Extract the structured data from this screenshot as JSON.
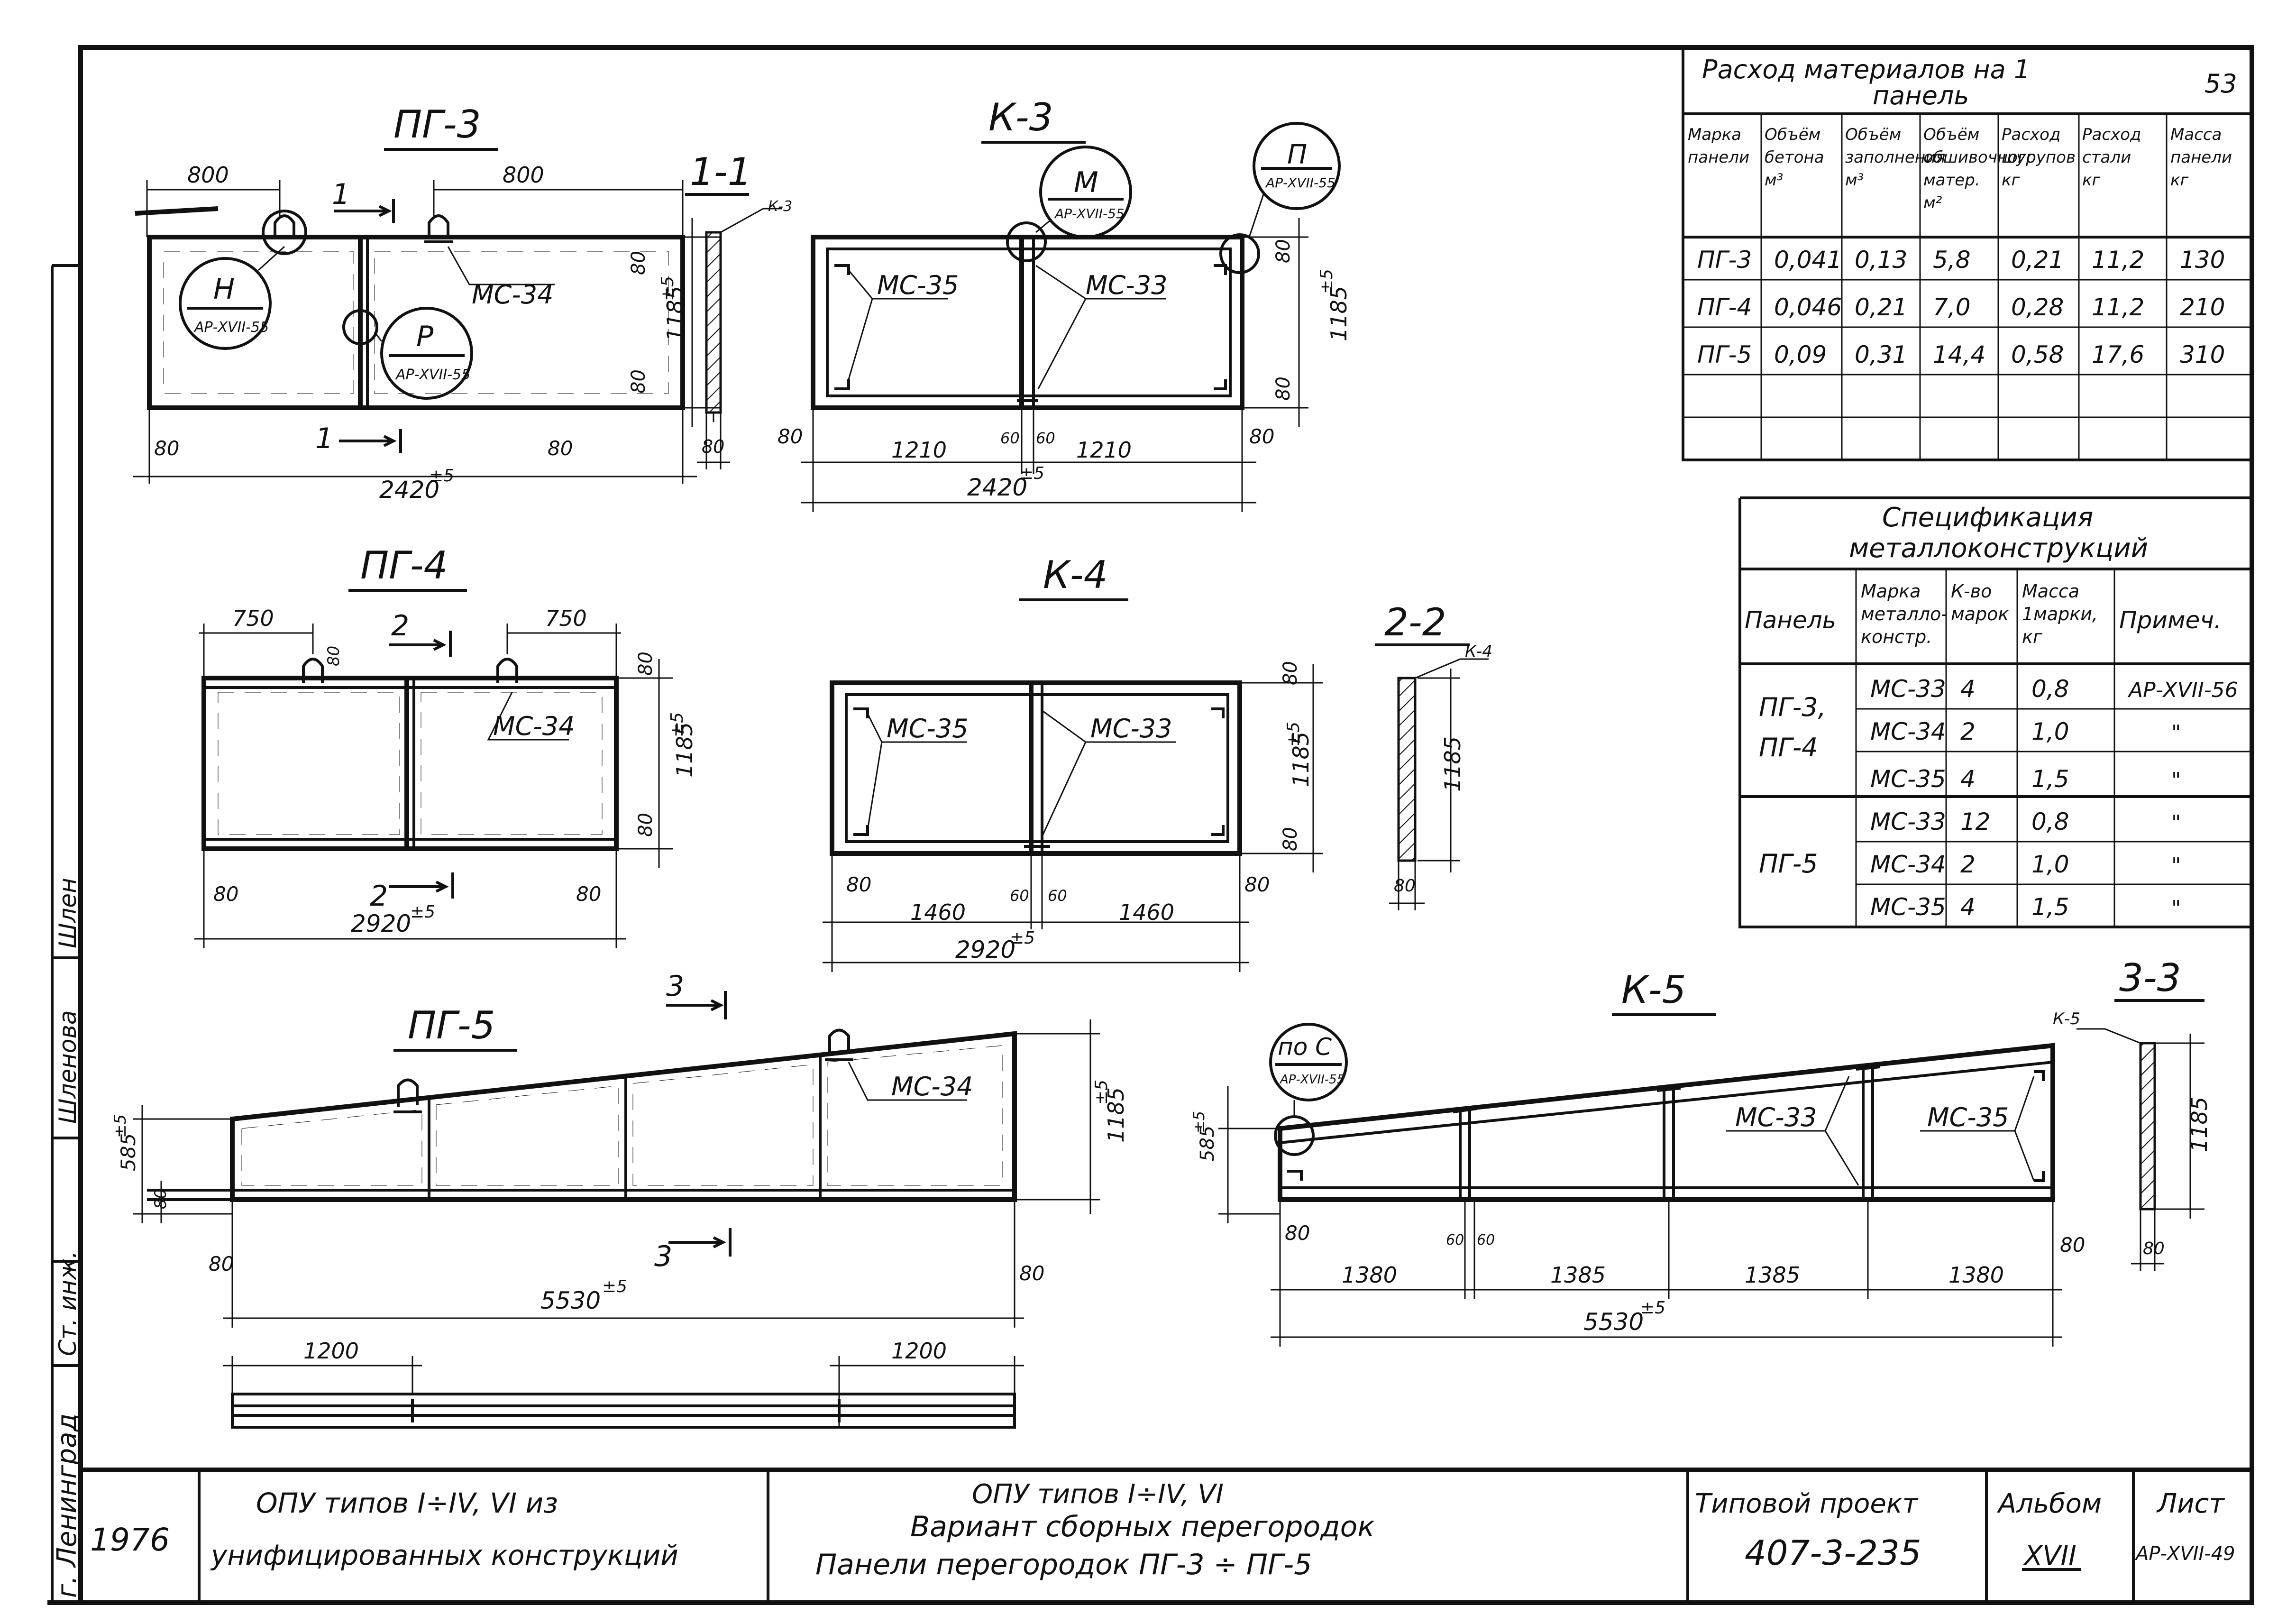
{
  "drawings": {
    "pg3": {
      "title": "ПГ-3",
      "dim_left": "800",
      "dim_right": "800",
      "dim_bottom": "2420",
      "tol": "±5",
      "edge": "80",
      "height": "1185",
      "section_mark": "1",
      "mc34": "МС-34",
      "callout_h_letter": "Н",
      "callout_h_ref": "АР-XVII-55",
      "callout_p_letter": "Р",
      "callout_p_ref": "АР-XVII-55"
    },
    "k3": {
      "title": "К-3",
      "mc35": "МС-35",
      "mc33": "МС-33",
      "dim_left": "1210",
      "dim_right": "1210",
      "dim_mid_a": "60",
      "dim_mid_b": "60",
      "dim_bottom": "2420",
      "tol": "±5",
      "edge": "80",
      "height": "1185",
      "callout_m_letter": "М",
      "callout_m_ref": "АР-XVII-55",
      "callout_p_letter": "П",
      "callout_p_ref": "АР-XVII-55"
    },
    "s11": {
      "title": "1-1",
      "ref": "К-3",
      "width": "80"
    },
    "pg4": {
      "title": "ПГ-4",
      "dim_left": "750",
      "dim_right": "750",
      "dim_bottom": "2920",
      "tol": "±5",
      "edge": "80",
      "height": "1185",
      "section_mark": "2",
      "mc34": "МС-34"
    },
    "k4": {
      "title": "К-4",
      "mc35": "МС-35",
      "mc33": "МС-33",
      "dim_left": "1460",
      "dim_right": "1460",
      "dim_mid_a": "60",
      "dim_mid_b": "60",
      "dim_bottom": "2920",
      "tol": "±5",
      "edge": "80",
      "height": "1185"
    },
    "s22": {
      "title": "2-2",
      "ref": "К-4",
      "width": "80",
      "height": "1185"
    },
    "pg5": {
      "title": "ПГ-5",
      "dim_bottom": "5530",
      "tol": "±5",
      "edge": "80",
      "height_left": "585",
      "height_right": "1185",
      "section_mark": "3",
      "mc34": "МС-34",
      "plan_left": "1200",
      "plan_right": "1200"
    },
    "k5": {
      "title": "К-5",
      "mc33": "МС-33",
      "mc35": "МС-35",
      "dim_1": "1380",
      "dim_2": "1385",
      "dim_3": "1385",
      "dim_4": "1380",
      "dim_mid_a": "60",
      "dim_mid_b": "60",
      "dim_bottom": "5530",
      "tol": "±5",
      "edge": "80",
      "height_left": "585",
      "height_right": "1185",
      "callout_letter": "по С",
      "callout_ref": "АР-XVII-55"
    },
    "s33": {
      "title": "3-3",
      "ref": "К-5",
      "width": "80",
      "height": "1185"
    }
  },
  "materials": {
    "title_line1": "Расход материалов на 1",
    "title_line2": "панель",
    "corner": "53",
    "headers": [
      [
        "Марка",
        "панели"
      ],
      [
        "Объём",
        "бетона",
        "м³"
      ],
      [
        "Объём",
        "заполнения",
        "м³"
      ],
      [
        "Объём",
        "обшивочного",
        "матер.",
        "м²"
      ],
      [
        "Расход",
        "шурупов",
        "кг"
      ],
      [
        "Расход",
        "стали",
        "кг"
      ],
      [
        "Масса",
        "панели",
        "кг"
      ]
    ],
    "rows": [
      [
        "ПГ-3",
        "0,041",
        "0,13",
        "5,8",
        "0,21",
        "11,2",
        "130"
      ],
      [
        "ПГ-4",
        "0,046",
        "0,21",
        "7,0",
        "0,28",
        "11,2",
        "210"
      ],
      [
        "ПГ-5",
        "0,09",
        "0,31",
        "14,4",
        "0,58",
        "17,6",
        "310"
      ]
    ]
  },
  "spec": {
    "title_line1": "Спецификация",
    "title_line2": "металлоконструкций",
    "headers": [
      [
        "Панель"
      ],
      [
        "Марка",
        "металло-",
        "констр."
      ],
      [
        "К-во",
        "марок"
      ],
      [
        "Масса",
        "1марки,",
        "кг"
      ],
      [
        "Примеч."
      ]
    ],
    "groups": [
      {
        "panel_line1": "ПГ-3,",
        "panel_line2": "ПГ-4",
        "rows": [
          [
            "МС-33",
            "4",
            "0,8",
            "АР-XVII-56"
          ],
          [
            "МС-34",
            "2",
            "1,0",
            "\""
          ],
          [
            "МС-35",
            "4",
            "1,5",
            "\""
          ]
        ]
      },
      {
        "panel_line1": "ПГ-5",
        "panel_line2": "",
        "rows": [
          [
            "МС-33",
            "12",
            "0,8",
            "\""
          ],
          [
            "МС-34",
            "2",
            "1,0",
            "\""
          ],
          [
            "МС-35",
            "4",
            "1,5",
            "\""
          ]
        ]
      }
    ]
  },
  "stamp": {
    "year": "1976",
    "object_line1": "ОПУ типов I÷IV, VI  из",
    "object_line2": "унифицированных конструкций",
    "title_line1": "ОПУ типов I÷IV, VI",
    "title_line2": "Вариант сборных перегородок",
    "title_line3": "Панели перегородок ПГ-3 ÷ ПГ-5",
    "project_label": "Типовой проект",
    "project_number": "407-3-235",
    "album_label": "Альбом",
    "album_number": "XVII",
    "sheet_label": "Лист",
    "sheet_number": "АР-XVII-49"
  },
  "side_stamp": {
    "city": "г. Ленинград",
    "role": "Ст. инж.",
    "name": "Шленова",
    "signature": "Шлен"
  }
}
